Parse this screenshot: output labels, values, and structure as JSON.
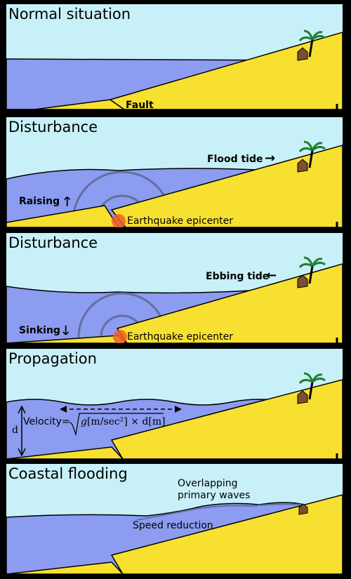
{
  "panels": [
    {
      "title": "Normal situation",
      "labels": {
        "fault": "Fault"
      }
    },
    {
      "title": "Disturbance",
      "labels": {
        "tide": "Flood tide",
        "motion": "Raising",
        "epicenter": "Earthquake epicenter"
      }
    },
    {
      "title": "Disturbance",
      "labels": {
        "tide": "Ebbing tide",
        "motion": "Sinking",
        "epicenter": "Earthquake epicenter"
      }
    },
    {
      "title": "Propagation",
      "labels": {
        "depth": "d",
        "velocity": "Velocity",
        "equals": "=",
        "g": "g",
        "unit1": "[m/sec²]",
        "times": "×",
        "d": "d",
        "unit2": "[m]"
      }
    },
    {
      "title": "Coastal flooding",
      "labels": {
        "overlap1": "Overlapping",
        "overlap2": "primary waves",
        "speed": "Speed reduction"
      }
    }
  ],
  "icons": {
    "right": "→",
    "left": "←",
    "up": "🡑",
    "down": "🡓"
  },
  "colors": {
    "sky": "#c8f0f8",
    "sea": "#8c9cf0",
    "land": "#f8e030",
    "epicenter": "#f06020",
    "hut": "#7a5030",
    "palm": "#208030"
  }
}
